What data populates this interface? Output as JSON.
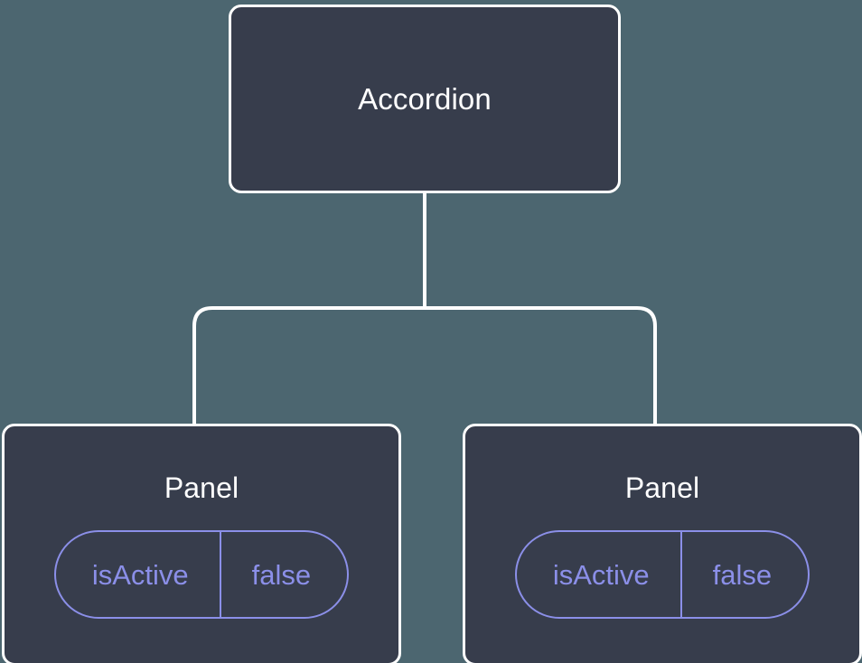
{
  "diagram": {
    "type": "component-tree",
    "background_color": "#4c6670",
    "node_fill_color": "#373d4c",
    "node_border_color": "#ffffff",
    "node_text_color": "#ffffff",
    "prop_accent_color": "#8b8fe8",
    "connector_color": "#ffffff",
    "root": {
      "label": "Accordion"
    },
    "children": [
      {
        "label": "Panel",
        "props": [
          {
            "key": "isActive",
            "value": "false"
          }
        ]
      },
      {
        "label": "Panel",
        "props": [
          {
            "key": "isActive",
            "value": "false"
          }
        ]
      }
    ]
  }
}
